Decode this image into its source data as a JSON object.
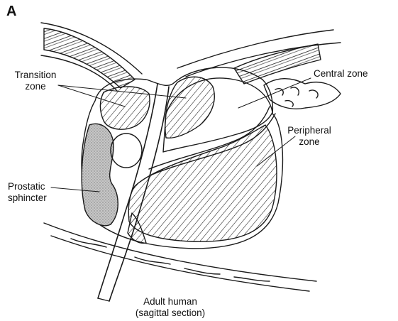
{
  "panel_letter": "A",
  "labels": {
    "transition_zone": [
      "Transition",
      "zone"
    ],
    "central_zone": "Central zone",
    "peripheral_zone": [
      "Peripheral",
      "zone"
    ],
    "prostatic_sphincter": [
      "Prostatic",
      "sphincter"
    ]
  },
  "caption": [
    "Adult human",
    "(sagittal section)"
  ],
  "colors": {
    "ink": "#1a1a1a",
    "stipple": "#bdbdbd",
    "background": "#ffffff"
  }
}
